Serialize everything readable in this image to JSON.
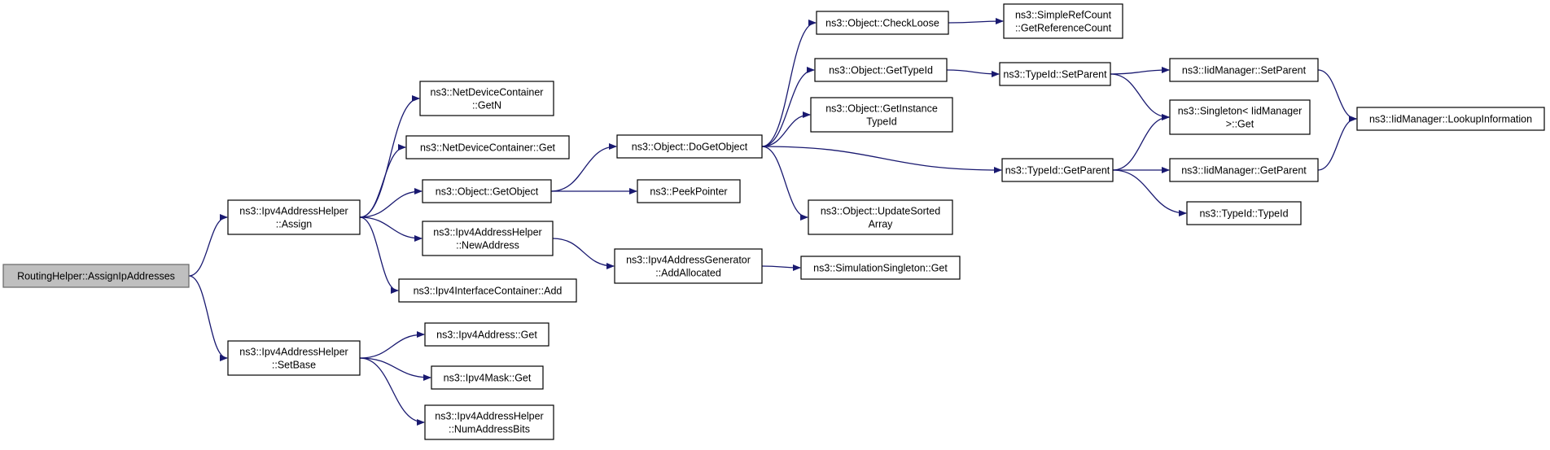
{
  "colors": {
    "edge": "#191970",
    "root_fill": "#bfbfbf",
    "node_fill": "#ffffff",
    "border": "#000000"
  },
  "nodes": [
    {
      "id": "n0",
      "lines": [
        "RoutingHelper::AssignIpAddresses"
      ],
      "root": true
    },
    {
      "id": "n1",
      "lines": [
        "ns3::Ipv4AddressHelper",
        "::Assign"
      ]
    },
    {
      "id": "n2",
      "lines": [
        "ns3::Ipv4AddressHelper",
        "::SetBase"
      ]
    },
    {
      "id": "n3",
      "lines": [
        "ns3::NetDeviceContainer",
        "::GetN"
      ]
    },
    {
      "id": "n4",
      "lines": [
        "ns3::NetDeviceContainer::Get"
      ]
    },
    {
      "id": "n5",
      "lines": [
        "ns3::Object::GetObject"
      ]
    },
    {
      "id": "n6",
      "lines": [
        "ns3::Ipv4AddressHelper",
        "::NewAddress"
      ]
    },
    {
      "id": "n7",
      "lines": [
        "ns3::Ipv4InterfaceContainer::Add"
      ]
    },
    {
      "id": "n8",
      "lines": [
        "ns3::Ipv4Address::Get"
      ]
    },
    {
      "id": "n9",
      "lines": [
        "ns3::Ipv4Mask::Get"
      ]
    },
    {
      "id": "n10",
      "lines": [
        "ns3::Ipv4AddressHelper",
        "::NumAddressBits"
      ]
    },
    {
      "id": "n11",
      "lines": [
        "ns3::Object::DoGetObject"
      ]
    },
    {
      "id": "n12",
      "lines": [
        "ns3::PeekPointer"
      ]
    },
    {
      "id": "n13",
      "lines": [
        "ns3::Ipv4AddressGenerator",
        "::AddAllocated"
      ]
    },
    {
      "id": "n14",
      "lines": [
        "ns3::Object::CheckLoose"
      ]
    },
    {
      "id": "n15",
      "lines": [
        "ns3::Object::GetTypeId"
      ]
    },
    {
      "id": "n16",
      "lines": [
        "ns3::Object::GetInstance",
        "TypeId"
      ]
    },
    {
      "id": "n17",
      "lines": [
        "ns3::Object::UpdateSorted",
        "Array"
      ]
    },
    {
      "id": "n18",
      "lines": [
        "ns3::SimulationSingleton::Get"
      ]
    },
    {
      "id": "n19",
      "lines": [
        "ns3::SimpleRefCount",
        "::GetReferenceCount"
      ]
    },
    {
      "id": "n20",
      "lines": [
        "ns3::TypeId::SetParent"
      ]
    },
    {
      "id": "n21",
      "lines": [
        "ns3::TypeId::GetParent"
      ]
    },
    {
      "id": "n22",
      "lines": [
        "ns3::IidManager::SetParent"
      ]
    },
    {
      "id": "n23",
      "lines": [
        "ns3::Singleton< IidManager",
        " >::Get"
      ]
    },
    {
      "id": "n24",
      "lines": [
        "ns3::IidManager::GetParent"
      ]
    },
    {
      "id": "n25",
      "lines": [
        "ns3::TypeId::TypeId"
      ]
    },
    {
      "id": "n26",
      "lines": [
        "ns3::IidManager::LookupInformation"
      ]
    }
  ],
  "edges": [
    [
      "n0",
      "n1"
    ],
    [
      "n0",
      "n2"
    ],
    [
      "n1",
      "n3"
    ],
    [
      "n1",
      "n4"
    ],
    [
      "n1",
      "n5"
    ],
    [
      "n1",
      "n6"
    ],
    [
      "n1",
      "n7"
    ],
    [
      "n2",
      "n8"
    ],
    [
      "n2",
      "n9"
    ],
    [
      "n2",
      "n10"
    ],
    [
      "n5",
      "n11"
    ],
    [
      "n5",
      "n12"
    ],
    [
      "n6",
      "n13"
    ],
    [
      "n11",
      "n14"
    ],
    [
      "n11",
      "n15"
    ],
    [
      "n11",
      "n16"
    ],
    [
      "n11",
      "n17"
    ],
    [
      "n11",
      "n21"
    ],
    [
      "n13",
      "n18"
    ],
    [
      "n14",
      "n19"
    ],
    [
      "n15",
      "n20"
    ],
    [
      "n20",
      "n22"
    ],
    [
      "n20",
      "n23"
    ],
    [
      "n21",
      "n23"
    ],
    [
      "n21",
      "n24"
    ],
    [
      "n21",
      "n25"
    ],
    [
      "n22",
      "n26"
    ],
    [
      "n24",
      "n26"
    ]
  ]
}
